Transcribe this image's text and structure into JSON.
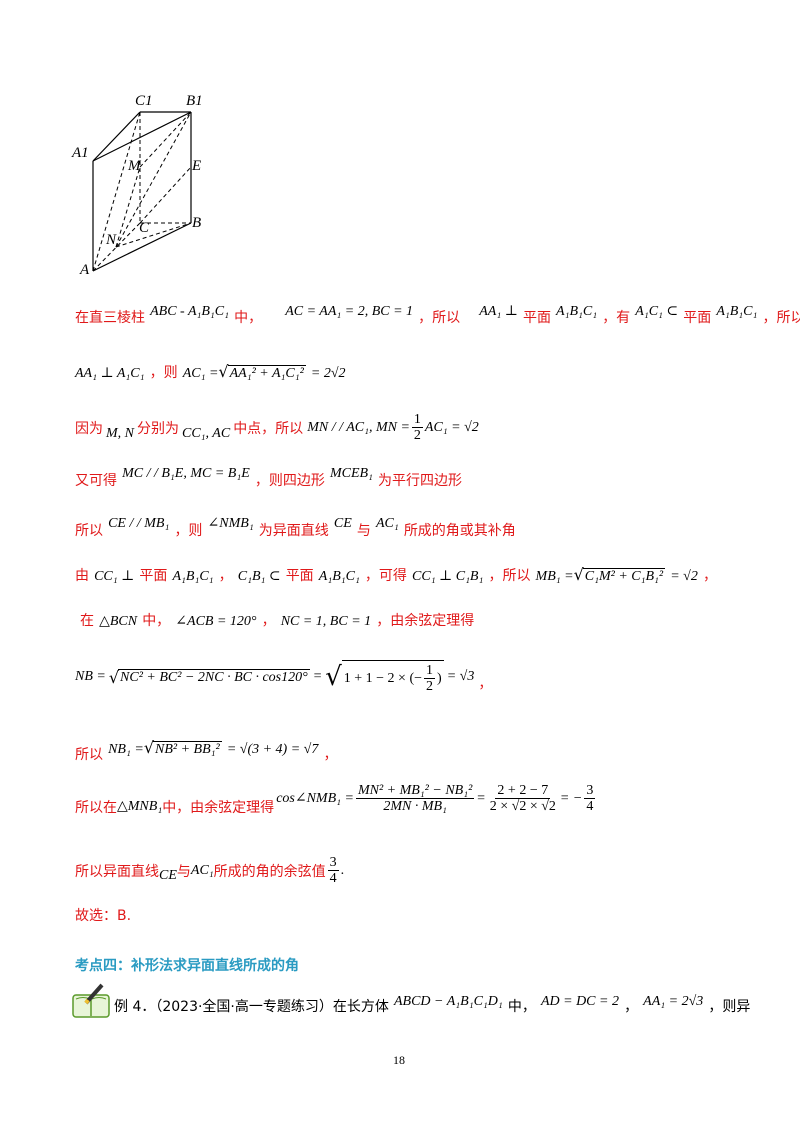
{
  "figure": {
    "labels": [
      "C1",
      "B1",
      "A1",
      "M",
      "E",
      "C",
      "B",
      "N",
      "A"
    ]
  },
  "lines": {
    "l1": {
      "a": "在直三棱柱",
      "b": "中，",
      "c": "，所以",
      "d": "平面",
      "e": "，有",
      "f": "平面",
      "g": "，所以",
      "m1": "ABC - A₁B₁C₁",
      "m2": "AC = AA₁ = 2, BC = 1",
      "m3": "AA₁ ⊥",
      "m4": "A₁B₁C₁",
      "m5": "A₁C₁ ⊂",
      "m6": "A₁B₁C₁"
    },
    "l2": {
      "m1": "AA₁ ⊥ A₁C₁",
      "a": "，则",
      "m2": "AC₁ =",
      "m3": "AA₁² + A₁C₁²",
      "m4": "= 2√2"
    },
    "l3": {
      "a": "因为",
      "m1": "M, N",
      "b": "分别为",
      "m2": "CC₁, AC",
      "c": "中点，所以",
      "m3": "MN / / AC₁, MN =",
      "num": "1",
      "den": "2",
      "m4": "AC₁ = √2"
    },
    "l4": {
      "a": "又可得",
      "m1": "MC / / B₁E, MC = B₁E",
      "b": "，则四边形",
      "m2": "MCEB₁",
      "c": "为平行四边形"
    },
    "l5": {
      "a": "所以",
      "m1": "CE / / MB₁",
      "b": "，则",
      "m2": "∠NMB₁",
      "c": "为异面直线",
      "m3": "CE",
      "d": "与",
      "m4": "AC₁",
      "e": "所成的角或其补角"
    },
    "l6": {
      "a": "由",
      "m1": "CC₁ ⊥",
      "b": "平面",
      "m2": "A₁B₁C₁",
      "c": "，",
      "m3": "C₁B₁ ⊂",
      "d": "平面",
      "m4": "A₁B₁C₁",
      "e": "，可得",
      "m5": "CC₁ ⊥ C₁B₁",
      "f": "，所以",
      "m6": "MB₁ =",
      "m7": "C₁M² + C₁B₁²",
      "m8": "= √2",
      "g": "，"
    },
    "l7": {
      "a": "在",
      "m1": "△BCN",
      "b": "中，",
      "m2": "∠ACB = 120°",
      "c": "，",
      "m3": "NC = 1, BC = 1",
      "d": "，由余弦定理得"
    },
    "l8": {
      "m1": "NB =",
      "m2": "NC² + BC² − 2NC · BC · cos120°",
      "m3": "=",
      "m4": "1 + 1 − 2 × (−",
      "num": "1",
      "den": "2",
      "m5": ")",
      "m6": "= √3",
      "a": "，"
    },
    "l9": {
      "a": "所以",
      "m1": "NB₁ =",
      "m2": "NB² + BB₁²",
      "m3": "= √(3 + 4) = √7",
      "b": "，"
    },
    "l10": {
      "a": "所以在",
      "m1": "△MNB₁",
      "b": "中，由余弦定理得",
      "m2": "cos∠NMB₁ =",
      "num1": "MN² + MB₁² − NB₁²",
      "den1": "2MN · MB₁",
      "m3": "=",
      "num2": "2 + 2 − 7",
      "den2": "2 × √2 × √2",
      "m4": "= −",
      "num3": "3",
      "den3": "4"
    },
    "l11": {
      "a": "所以异面直线",
      "m1": "CE",
      "b": "与",
      "m2": "AC₁",
      "c": "所成的角的余弦值",
      "num": "3",
      "den": "4",
      "d": "."
    },
    "l12": {
      "a": "故选：B."
    }
  },
  "heading": "考点四：补形法求异面直线所成的角",
  "example": {
    "a": "例 4．（2023·全国·高一专题练习）在长方体",
    "m1": "ABCD − A₁B₁C₁D₁",
    "b": "中，",
    "m2": "AD = DC = 2",
    "c": "，",
    "m3": "AA₁ = 2√3",
    "d": "，则异"
  },
  "page_number": "18"
}
